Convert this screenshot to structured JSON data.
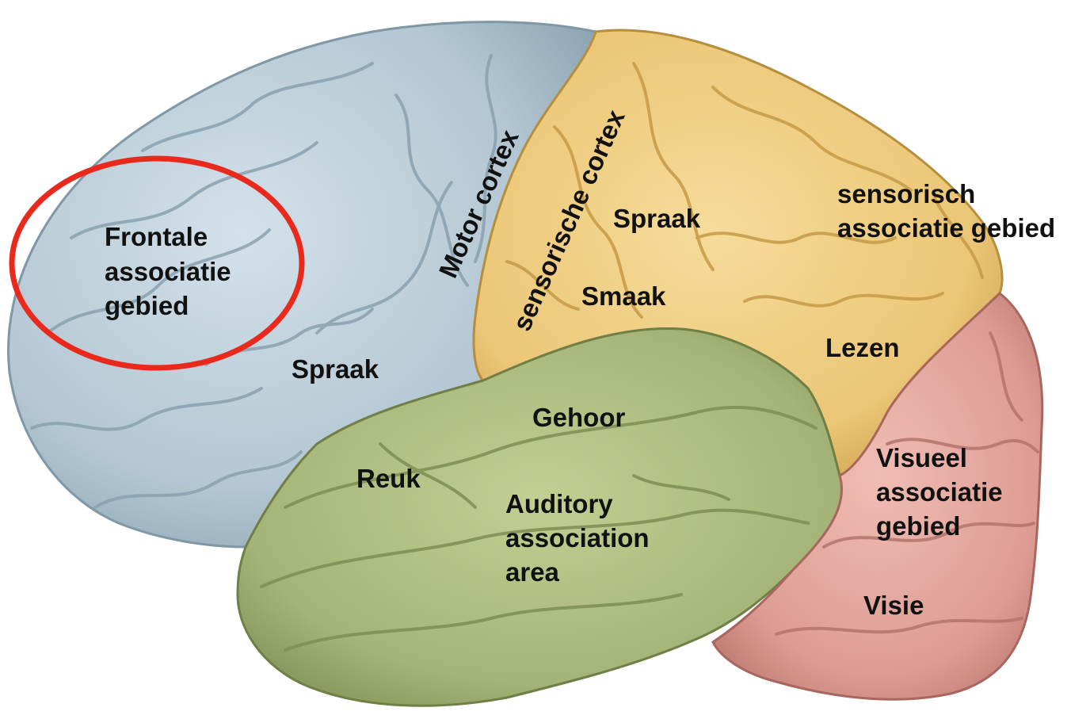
{
  "colors": {
    "frontal": "#b9cbd6",
    "frontal_shade": "#7f97a6",
    "parietal": "#eecb7c",
    "parietal_shade": "#b68e3c",
    "temporal": "#a8b77a",
    "temporal_shade": "#6f7f45",
    "occipital": "#e2a39b",
    "occipital_shade": "#a8665e",
    "highlight_ring": "#e8291c",
    "label_text": "#111111"
  },
  "labels": {
    "frontal_association": [
      "Frontale",
      "associatie",
      "gebied"
    ],
    "speech_frontal": "Spraak",
    "motor_cortex": "Motor cortex",
    "sensory_cortex": "sensorische cortex",
    "speech_parietal": "Spraak",
    "taste": "Smaak",
    "sensory_association": [
      "sensorisch",
      "associatie gebied"
    ],
    "reading": "Lezen",
    "hearing": "Gehoor",
    "smell": "Reuk",
    "auditory_association": [
      "Auditory",
      "association",
      "area"
    ],
    "visual_association": [
      "Visueel",
      "associatie",
      "gebied"
    ],
    "vision": "Visie"
  }
}
